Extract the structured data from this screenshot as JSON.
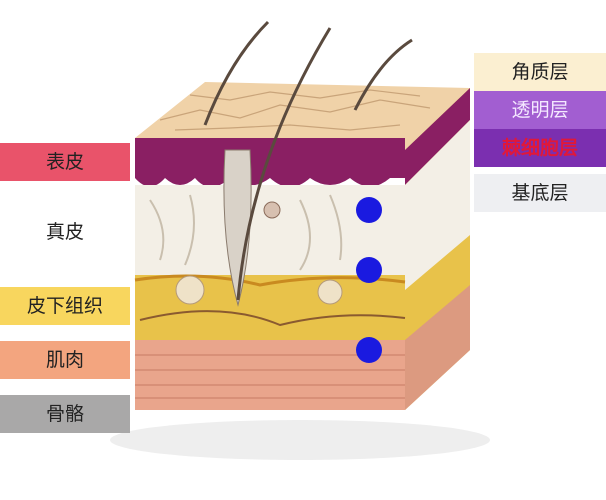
{
  "left_labels": [
    {
      "text": "表皮",
      "bg": "#e9536a",
      "color": "#222222"
    },
    {
      "text": "真皮",
      "bg": "#ffffff",
      "color": "#222222"
    },
    {
      "text": "皮下组织",
      "bg": "#f8d65e",
      "color": "#222222"
    },
    {
      "text": "肌肉",
      "bg": "#f3a57f",
      "color": "#222222"
    },
    {
      "text": "骨骼",
      "bg": "#a9a8a8",
      "color": "#222222"
    }
  ],
  "right_labels": [
    {
      "text": "角质层",
      "bg": "#fbefd1",
      "color": "#222222"
    },
    {
      "text": "透明层",
      "bg": "#a25ed1",
      "color": "#f4e8ff"
    },
    {
      "text": "棘细胞层",
      "bg": "#7b2fb0",
      "color": "#e0183a"
    },
    {
      "text": "基底层",
      "bg": "#eeeff2",
      "color": "#222222"
    }
  ],
  "colors": {
    "marker": "#1a1ae0",
    "epidermis": "#8a1f63",
    "dermis": "#f3efe6",
    "fat": "#e8c24a",
    "muscle": "#e9a58c"
  }
}
